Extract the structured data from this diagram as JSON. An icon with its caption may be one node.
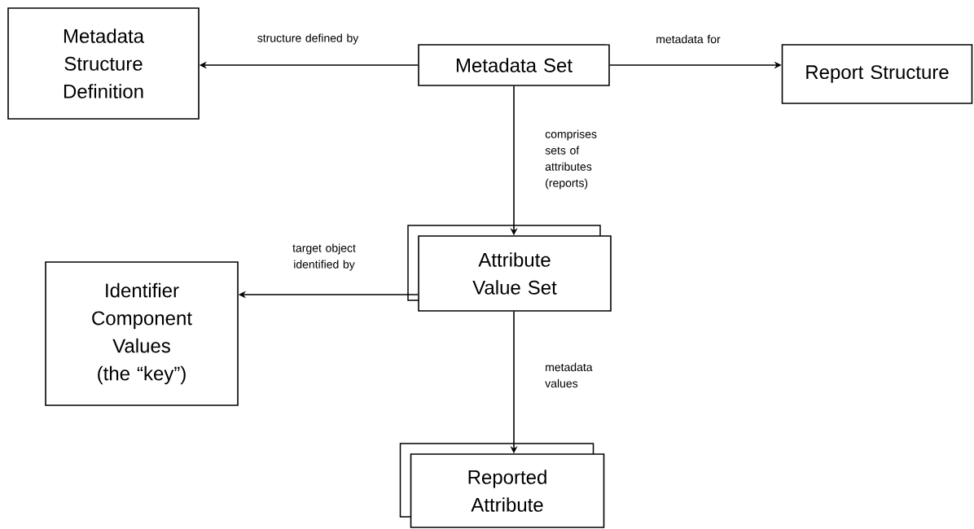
{
  "diagram": {
    "nodes": [
      {
        "text": [
          "Metadata Structure Definition"
        ]
      },
      {
        "text": [
          "Metadata Set"
        ]
      },
      {
        "text": [
          "Report Structure"
        ]
      },
      {
        "text": [
          "Attribute Value Set"
        ]
      },
      {
        "text": [
          "Identifier Component Values (the “key”)"
        ]
      },
      {
        "text": [
          "Reported Attribute"
        ]
      }
    ],
    "edges": [
      {
        "from": 1,
        "to": 0,
        "arrow": "to",
        "label": "structure defined by"
      },
      {
        "from": 1,
        "to": 2,
        "arrow": "to",
        "label": "metadata for"
      },
      {
        "from": 1,
        "to": 3,
        "arrow": "to",
        "label": "comprises sets of attributes (reports)"
      },
      {
        "from": 3,
        "to": 4,
        "arrow": "to",
        "label": "target object identified by"
      },
      {
        "from": 3,
        "to": 5,
        "arrow": "to",
        "label": "metadata values"
      }
    ]
  }
}
